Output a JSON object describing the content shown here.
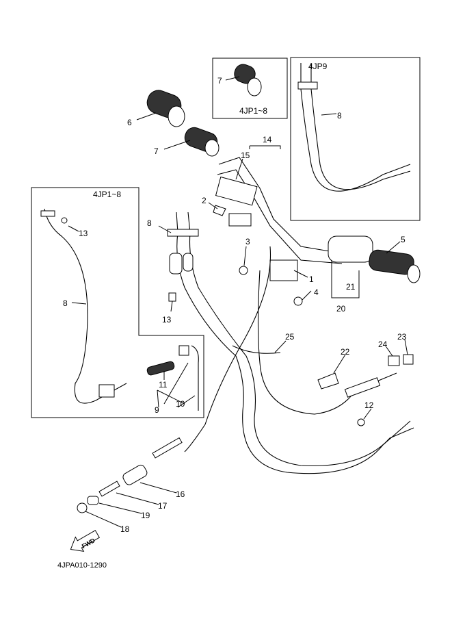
{
  "diagram": {
    "inset_top": {
      "title": "4JP1~8",
      "callout": "7"
    },
    "inset_right": {
      "title": "4JP9",
      "callout": "8"
    },
    "inset_left": {
      "title": "4JP1~8",
      "callouts": {
        "c13": "13",
        "c8": "8",
        "c11": "11",
        "c9": "9",
        "c10": "10"
      }
    },
    "callouts": {
      "c6": "6",
      "c7": "7",
      "c14": "14",
      "c15": "15",
      "c2": "2",
      "c8": "8",
      "c13": "13",
      "c3": "3",
      "c5": "5",
      "c1": "1",
      "c4": "4",
      "c21": "21",
      "c20": "20",
      "c25": "25",
      "c22": "22",
      "c24": "24",
      "c23": "23",
      "c12": "12",
      "c16": "16",
      "c17": "17",
      "c19": "19",
      "c18": "18"
    },
    "fwd_label": "FWD",
    "drawing_code": "4JPA010-1290"
  }
}
